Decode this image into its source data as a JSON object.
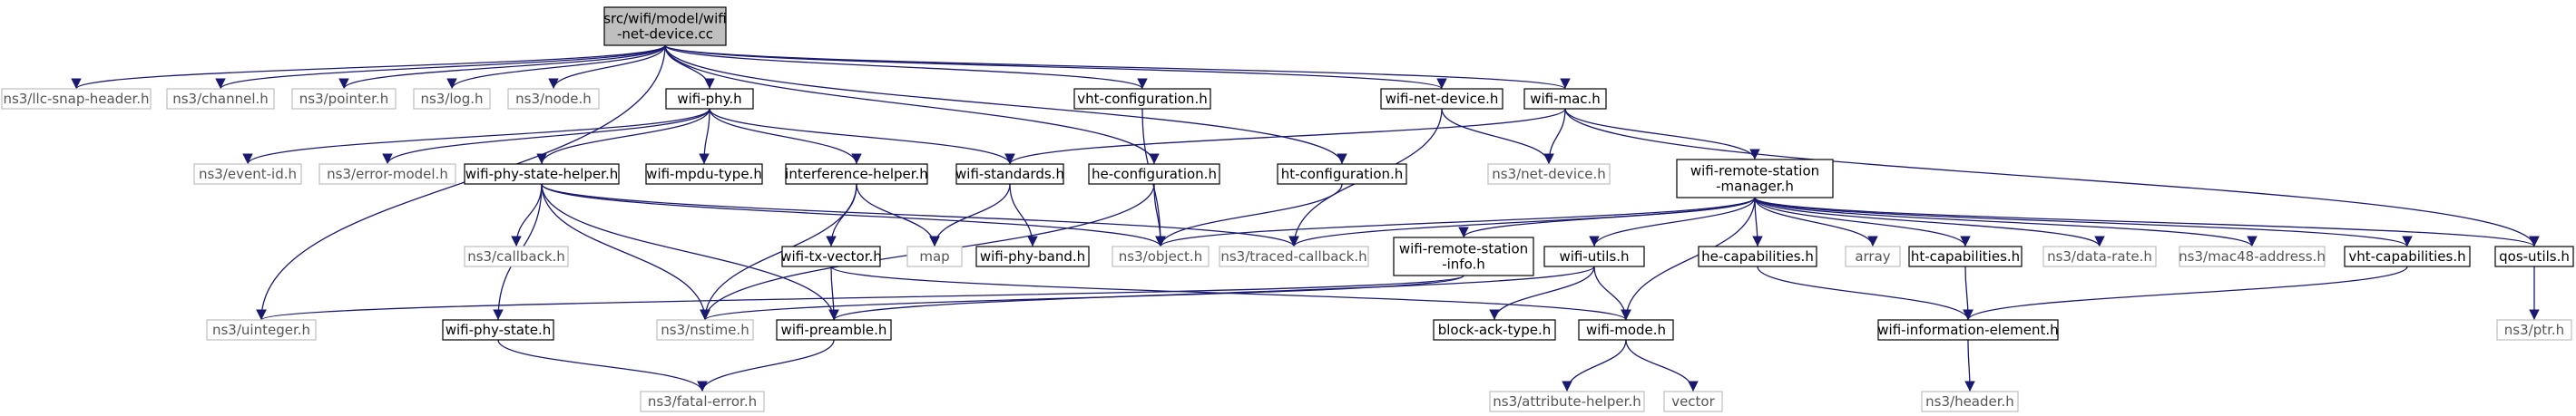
{
  "root": {
    "id": "root",
    "lines": [
      "src/wifi/model/wifi",
      "-net-device.cc"
    ],
    "kind": "root"
  },
  "nodes": [
    {
      "id": "llc",
      "lines": [
        "ns3/llc-snap-header.h"
      ],
      "kind": "external"
    },
    {
      "id": "channel",
      "lines": [
        "ns3/channel.h"
      ],
      "kind": "external"
    },
    {
      "id": "pointer",
      "lines": [
        "ns3/pointer.h"
      ],
      "kind": "external"
    },
    {
      "id": "log",
      "lines": [
        "ns3/log.h"
      ],
      "kind": "external"
    },
    {
      "id": "node",
      "lines": [
        "ns3/node.h"
      ],
      "kind": "external"
    },
    {
      "id": "wifiphy",
      "lines": [
        "wifi-phy.h"
      ],
      "kind": "local"
    },
    {
      "id": "vhtconf",
      "lines": [
        "vht-configuration.h"
      ],
      "kind": "local"
    },
    {
      "id": "wifinetdev",
      "lines": [
        "wifi-net-device.h"
      ],
      "kind": "local"
    },
    {
      "id": "wifimac",
      "lines": [
        "wifi-mac.h"
      ],
      "kind": "local"
    },
    {
      "id": "eventid",
      "lines": [
        "ns3/event-id.h"
      ],
      "kind": "external"
    },
    {
      "id": "errormodel",
      "lines": [
        "ns3/error-model.h"
      ],
      "kind": "external"
    },
    {
      "id": "phystatehelper",
      "lines": [
        "wifi-phy-state-helper.h"
      ],
      "kind": "local"
    },
    {
      "id": "mpdutype",
      "lines": [
        "wifi-mpdu-type.h"
      ],
      "kind": "local"
    },
    {
      "id": "interference",
      "lines": [
        "interference-helper.h"
      ],
      "kind": "local"
    },
    {
      "id": "standards",
      "lines": [
        "wifi-standards.h"
      ],
      "kind": "local"
    },
    {
      "id": "heconf",
      "lines": [
        "he-configuration.h"
      ],
      "kind": "local"
    },
    {
      "id": "htconf",
      "lines": [
        "ht-configuration.h"
      ],
      "kind": "local"
    },
    {
      "id": "netdevice",
      "lines": [
        "ns3/net-device.h"
      ],
      "kind": "external"
    },
    {
      "id": "rsm",
      "lines": [
        "wifi-remote-station",
        "-manager.h"
      ],
      "kind": "local"
    },
    {
      "id": "callback",
      "lines": [
        "ns3/callback.h"
      ],
      "kind": "external"
    },
    {
      "id": "txvector",
      "lines": [
        "wifi-tx-vector.h"
      ],
      "kind": "local"
    },
    {
      "id": "map",
      "lines": [
        "map"
      ],
      "kind": "external"
    },
    {
      "id": "phyband",
      "lines": [
        "wifi-phy-band.h"
      ],
      "kind": "local"
    },
    {
      "id": "object",
      "lines": [
        "ns3/object.h"
      ],
      "kind": "external"
    },
    {
      "id": "traced",
      "lines": [
        "ns3/traced-callback.h"
      ],
      "kind": "external"
    },
    {
      "id": "rsinfo",
      "lines": [
        "wifi-remote-station",
        "-info.h"
      ],
      "kind": "local"
    },
    {
      "id": "utils",
      "lines": [
        "wifi-utils.h"
      ],
      "kind": "local"
    },
    {
      "id": "hecap",
      "lines": [
        "he-capabilities.h"
      ],
      "kind": "local"
    },
    {
      "id": "array",
      "lines": [
        "array"
      ],
      "kind": "external"
    },
    {
      "id": "htcap",
      "lines": [
        "ht-capabilities.h"
      ],
      "kind": "local"
    },
    {
      "id": "datarate",
      "lines": [
        "ns3/data-rate.h"
      ],
      "kind": "external"
    },
    {
      "id": "mac48",
      "lines": [
        "ns3/mac48-address.h"
      ],
      "kind": "external"
    },
    {
      "id": "vhtcap",
      "lines": [
        "vht-capabilities.h"
      ],
      "kind": "local"
    },
    {
      "id": "qosutils",
      "lines": [
        "qos-utils.h"
      ],
      "kind": "local"
    },
    {
      "id": "uinteger",
      "lines": [
        "ns3/uinteger.h"
      ],
      "kind": "external"
    },
    {
      "id": "phystate",
      "lines": [
        "wifi-phy-state.h"
      ],
      "kind": "local"
    },
    {
      "id": "nstime",
      "lines": [
        "ns3/nstime.h"
      ],
      "kind": "external"
    },
    {
      "id": "preamble",
      "lines": [
        "wifi-preamble.h"
      ],
      "kind": "local"
    },
    {
      "id": "blockack",
      "lines": [
        "block-ack-type.h"
      ],
      "kind": "local"
    },
    {
      "id": "wifimode",
      "lines": [
        "wifi-mode.h"
      ],
      "kind": "local"
    },
    {
      "id": "infoelem",
      "lines": [
        "wifi-information-element.h"
      ],
      "kind": "local"
    },
    {
      "id": "ptr",
      "lines": [
        "ns3/ptr.h"
      ],
      "kind": "external"
    },
    {
      "id": "fatal",
      "lines": [
        "ns3/fatal-error.h"
      ],
      "kind": "external"
    },
    {
      "id": "attrhelper",
      "lines": [
        "ns3/attribute-helper.h"
      ],
      "kind": "external"
    },
    {
      "id": "vector",
      "lines": [
        "vector"
      ],
      "kind": "external"
    },
    {
      "id": "header",
      "lines": [
        "ns3/header.h"
      ],
      "kind": "external"
    }
  ],
  "edges": [
    [
      "root",
      "llc"
    ],
    [
      "root",
      "channel"
    ],
    [
      "root",
      "pointer"
    ],
    [
      "root",
      "log"
    ],
    [
      "root",
      "node"
    ],
    [
      "root",
      "wifiphy"
    ],
    [
      "root",
      "vhtconf"
    ],
    [
      "root",
      "wifinetdev"
    ],
    [
      "root",
      "wifimac"
    ],
    [
      "root",
      "heconf"
    ],
    [
      "root",
      "htconf"
    ],
    [
      "root",
      "uinteger"
    ],
    [
      "wifiphy",
      "eventid"
    ],
    [
      "wifiphy",
      "errormodel"
    ],
    [
      "wifiphy",
      "phystatehelper"
    ],
    [
      "wifiphy",
      "mpdutype"
    ],
    [
      "wifiphy",
      "interference"
    ],
    [
      "wifiphy",
      "standards"
    ],
    [
      "phystatehelper",
      "callback"
    ],
    [
      "phystatehelper",
      "phystate"
    ],
    [
      "phystatehelper",
      "nstime"
    ],
    [
      "phystatehelper",
      "preamble"
    ],
    [
      "phystatehelper",
      "object"
    ],
    [
      "phystatehelper",
      "traced"
    ],
    [
      "interference",
      "map"
    ],
    [
      "interference",
      "txvector"
    ],
    [
      "interference",
      "nstime"
    ],
    [
      "standards",
      "map"
    ],
    [
      "standards",
      "phyband"
    ],
    [
      "heconf",
      "object"
    ],
    [
      "heconf",
      "nstime"
    ],
    [
      "htconf",
      "object"
    ],
    [
      "vhtconf",
      "object"
    ],
    [
      "wifinetdev",
      "netdevice"
    ],
    [
      "wifinetdev",
      "traced"
    ],
    [
      "wifimac",
      "netdevice"
    ],
    [
      "wifimac",
      "standards"
    ],
    [
      "wifimac",
      "rsm"
    ],
    [
      "wifimac",
      "qosutils"
    ],
    [
      "rsm",
      "object"
    ],
    [
      "rsm",
      "traced"
    ],
    [
      "rsm",
      "rsinfo"
    ],
    [
      "rsm",
      "utils"
    ],
    [
      "rsm",
      "hecap"
    ],
    [
      "rsm",
      "array"
    ],
    [
      "rsm",
      "htcap"
    ],
    [
      "rsm",
      "datarate"
    ],
    [
      "rsm",
      "mac48"
    ],
    [
      "rsm",
      "vhtcap"
    ],
    [
      "rsm",
      "qosutils"
    ],
    [
      "rsm",
      "wifimode"
    ],
    [
      "rsinfo",
      "nstime"
    ],
    [
      "rsinfo",
      "uinteger"
    ],
    [
      "utils",
      "blockack"
    ],
    [
      "utils",
      "wifimode"
    ],
    [
      "utils",
      "preamble"
    ],
    [
      "txvector",
      "preamble"
    ],
    [
      "txvector",
      "wifimode"
    ],
    [
      "hecap",
      "infoelem"
    ],
    [
      "htcap",
      "infoelem"
    ],
    [
      "vhtcap",
      "infoelem"
    ],
    [
      "qosutils",
      "ptr"
    ],
    [
      "phystate",
      "fatal"
    ],
    [
      "preamble",
      "fatal"
    ],
    [
      "wifimode",
      "attrhelper"
    ],
    [
      "wifimode",
      "vector"
    ],
    [
      "infoelem",
      "header"
    ]
  ],
  "colors": {
    "root_fill": "#bfbfbf",
    "root_stroke": "#000000",
    "local_stroke": "#000000",
    "external_stroke": "#bfbfbf",
    "external_text": "#555555",
    "edge": "#191970"
  }
}
